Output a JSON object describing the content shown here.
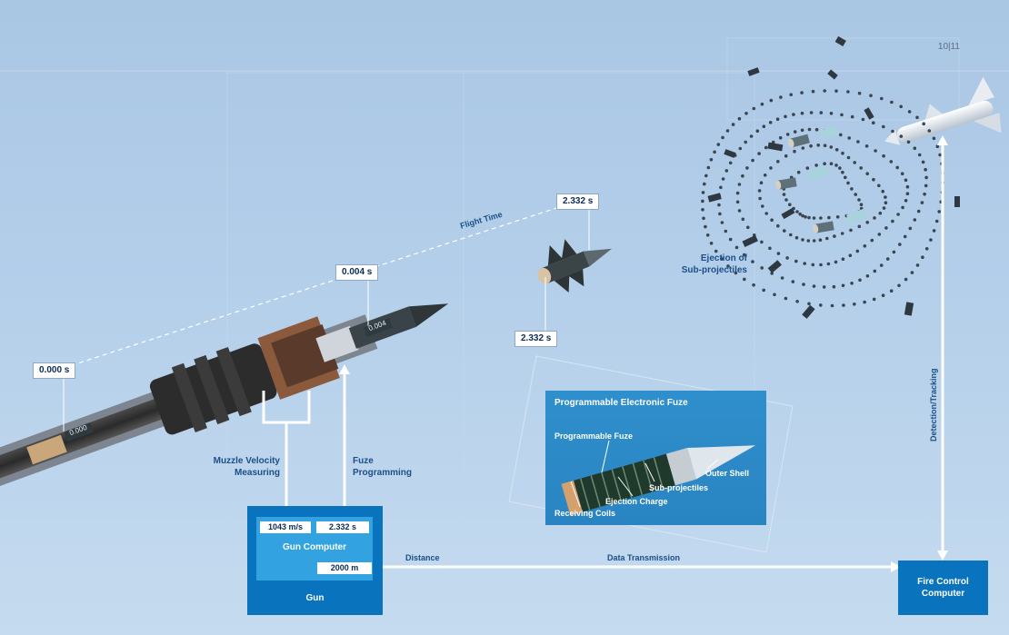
{
  "page_number": "10|11",
  "timeline": {
    "flight_time_label": "Flight Time",
    "t0": "0.000 s",
    "t1": "0.004 s",
    "t2": "2.332 s",
    "t3": "2.332 s",
    "shell_marks": [
      "0.000",
      "0.004"
    ]
  },
  "labels": {
    "muzzle_velocity": "Muzzle Velocity Measuring",
    "fuze_programming": "Fuze Programming",
    "ejection": "Ejection of Sub-projectiles",
    "distance": "Distance",
    "data_transmission": "Data Transmission",
    "detection_tracking": "Detection/Tracking"
  },
  "gun_box": {
    "velocity": "1043 m/s",
    "time": "2.332 s",
    "distance": "2000 m",
    "computer_label": "Gun Computer",
    "gun_label": "Gun"
  },
  "fire_control": {
    "label": "Fire Control Computer"
  },
  "fuze_panel": {
    "title": "Programmable Electronic Fuze",
    "parts": {
      "programmable_fuze": "Programmable Fuze",
      "outer_shell": "Outer Shell",
      "sub_projectiles": "Sub-projectiles",
      "ejection_charge": "Ejection Charge",
      "receiving_coils": "Receiving Coils"
    }
  },
  "colors": {
    "accent_blue": "#0a73bd",
    "light_blue": "#32a3e0",
    "label_blue": "#1b4f86",
    "arrow": "#ffffff"
  }
}
